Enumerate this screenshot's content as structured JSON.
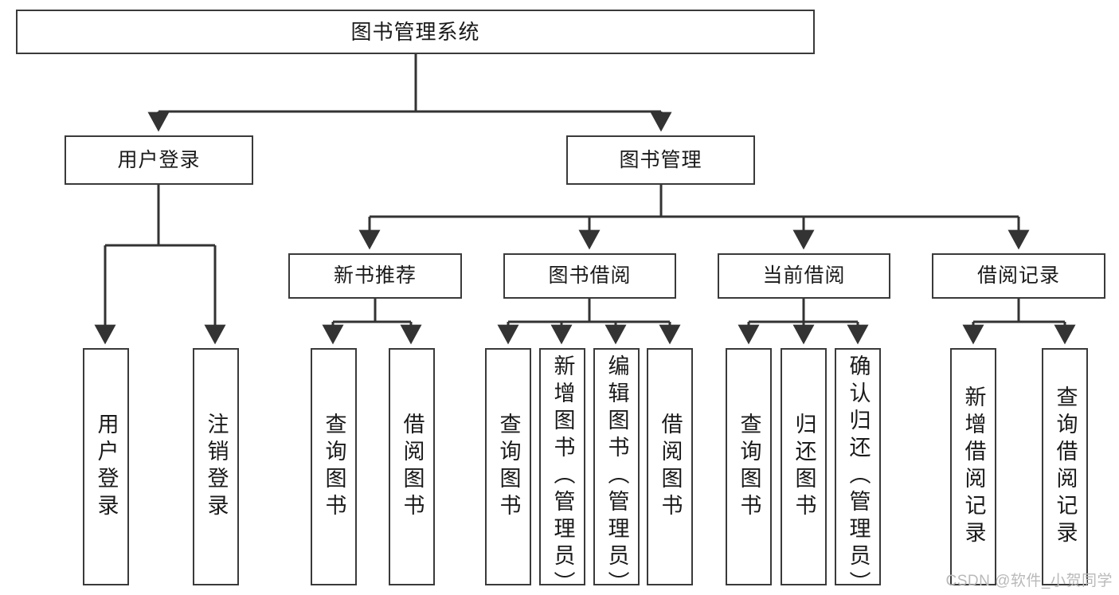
{
  "diagram": {
    "type": "tree-hierarchy",
    "title": "图书管理系统",
    "watermark": "CSDN @软件_小贺同学",
    "colors": {
      "box_border": "#3a3a3a",
      "box_fill": "#ffffff",
      "connector": "#333333",
      "text": "#1a1a1a",
      "watermark": "#b9b9b9"
    },
    "nodes": {
      "root": {
        "label": "图书管理系统",
        "level": 1,
        "orientation": "horizontal"
      },
      "l2": [
        {
          "id": "user-login",
          "label": "用户登录",
          "level": 2,
          "orientation": "horizontal"
        },
        {
          "id": "book-manage",
          "label": "图书管理",
          "level": 2,
          "orientation": "horizontal"
        }
      ],
      "l3": [
        {
          "id": "new-book-recommend",
          "label": "新书推荐",
          "level": 3,
          "orientation": "horizontal",
          "parent": "book-manage"
        },
        {
          "id": "book-borrow",
          "label": "图书借阅",
          "level": 3,
          "orientation": "horizontal",
          "parent": "book-manage"
        },
        {
          "id": "current-borrow",
          "label": "当前借阅",
          "level": 3,
          "orientation": "horizontal",
          "parent": "book-manage"
        },
        {
          "id": "borrow-record",
          "label": "借阅记录",
          "level": 3,
          "orientation": "horizontal",
          "parent": "book-manage"
        }
      ],
      "leaves": [
        {
          "id": "leaf-user-login",
          "label": "用户登录",
          "parent": "user-login",
          "orientation": "vertical",
          "align": "middle"
        },
        {
          "id": "leaf-logout-login",
          "label": "注销登录",
          "parent": "user-login",
          "orientation": "vertical",
          "align": "middle"
        },
        {
          "id": "leaf-query-book-1",
          "label": "查询图书",
          "parent": "new-book-recommend",
          "orientation": "vertical",
          "align": "middle"
        },
        {
          "id": "leaf-borrow-book-1",
          "label": "借阅图书",
          "parent": "new-book-recommend",
          "orientation": "vertical",
          "align": "middle"
        },
        {
          "id": "leaf-query-book-2",
          "label": "查询图书",
          "parent": "book-borrow",
          "orientation": "vertical",
          "align": "middle"
        },
        {
          "id": "leaf-add-book",
          "label": "新增图书（管理员）",
          "parent": "book-borrow",
          "orientation": "vertical",
          "align": "top"
        },
        {
          "id": "leaf-edit-book",
          "label": "编辑图书（管理员）",
          "parent": "book-borrow",
          "orientation": "vertical",
          "align": "top"
        },
        {
          "id": "leaf-borrow-book-2",
          "label": "借阅图书",
          "parent": "book-borrow",
          "orientation": "vertical",
          "align": "middle"
        },
        {
          "id": "leaf-query-book-3",
          "label": "查询图书",
          "parent": "current-borrow",
          "orientation": "vertical",
          "align": "middle"
        },
        {
          "id": "leaf-return-book",
          "label": "归还图书",
          "parent": "current-borrow",
          "orientation": "vertical",
          "align": "middle"
        },
        {
          "id": "leaf-confirm-return",
          "label": "确认归还（管理员）",
          "parent": "current-borrow",
          "orientation": "vertical",
          "align": "top"
        },
        {
          "id": "leaf-add-record",
          "label": "新增借阅记录",
          "parent": "borrow-record",
          "orientation": "vertical",
          "align": "middle"
        },
        {
          "id": "leaf-query-record",
          "label": "查询借阅记录",
          "parent": "borrow-record",
          "orientation": "vertical",
          "align": "middle"
        }
      ]
    }
  }
}
